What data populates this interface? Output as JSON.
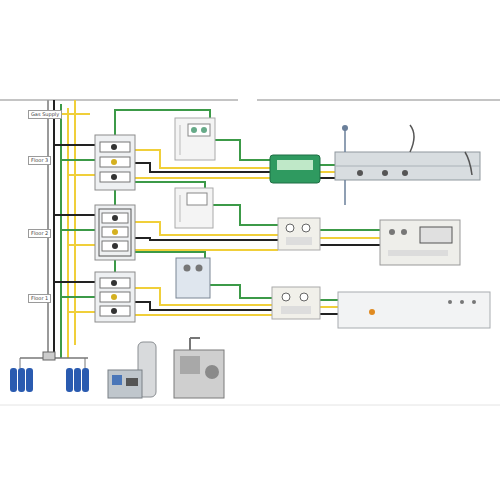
{
  "diagram": {
    "labels": [
      "Gas Supply",
      "Floor 3",
      "Floor 2",
      "Floor 1"
    ]
  }
}
